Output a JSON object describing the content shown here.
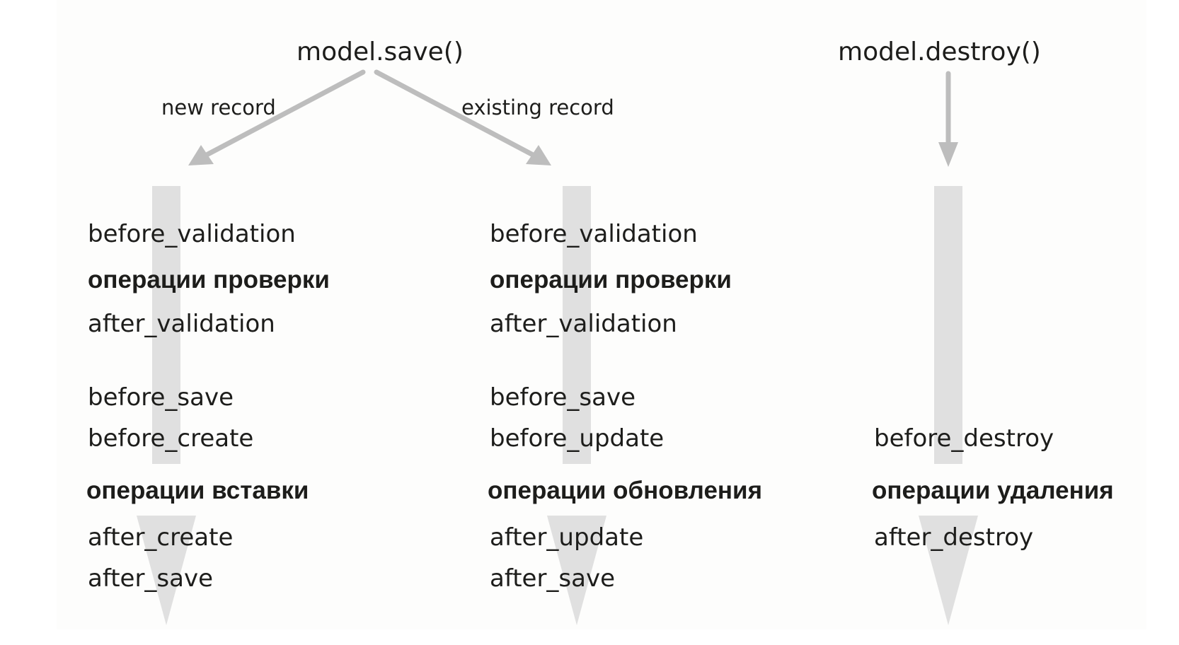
{
  "triggers": {
    "save": "model.save()",
    "destroy": "model.destroy()"
  },
  "branches": {
    "new": "new record",
    "existing": "existing record"
  },
  "columns": {
    "create": {
      "before_validation": "before_validation",
      "validation_op": "операции проверки",
      "after_validation": "after_validation",
      "before_save": "before_save",
      "before_action": "before_create",
      "action_op": "операции вставки",
      "after_action": "after_create",
      "after_save": "after_save"
    },
    "update": {
      "before_validation": "before_validation",
      "validation_op": "операции проверки",
      "after_validation": "after_validation",
      "before_save": "before_save",
      "before_action": "before_update",
      "action_op": "операции обновления",
      "after_action": "after_update",
      "after_save": "after_save"
    },
    "destroy": {
      "before_action": "before_destroy",
      "action_op": "операции удаления",
      "after_action": "after_destroy"
    }
  },
  "colors": {
    "flow_arrow": "#e0e0e0",
    "connector": "#bdbdbd",
    "text": "#1d1d1b"
  }
}
